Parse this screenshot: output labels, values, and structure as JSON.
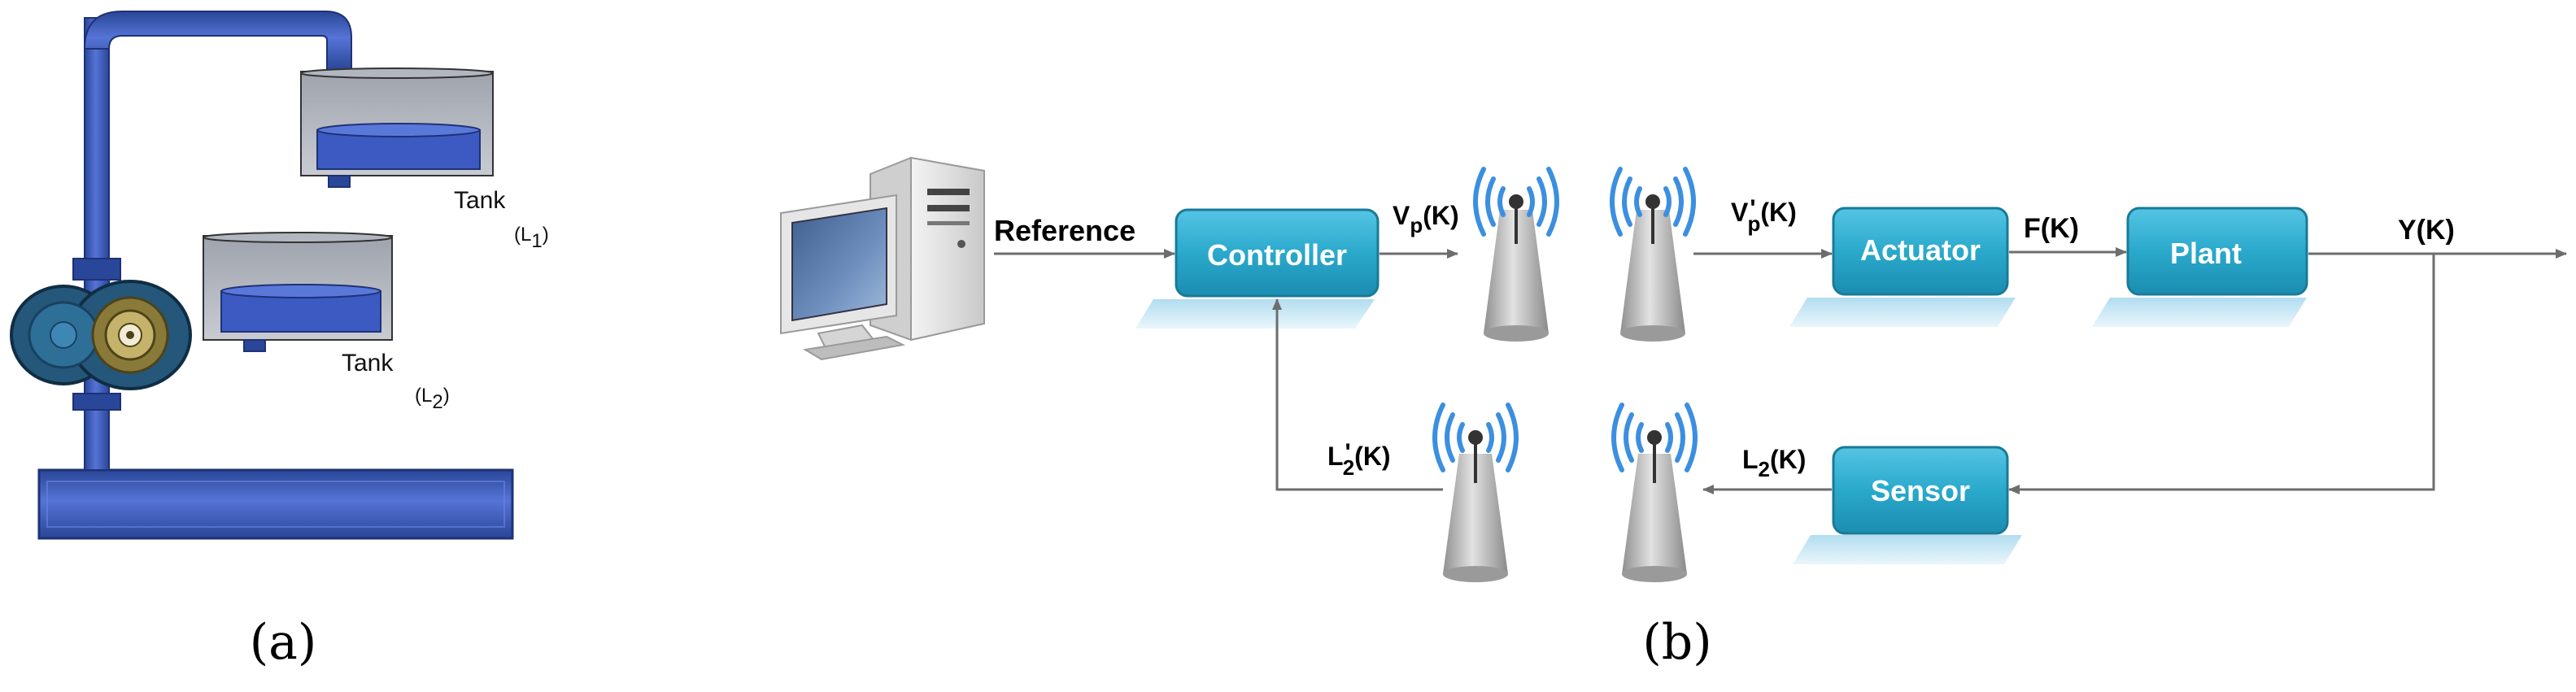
{
  "panel_a": {
    "caption": "(a)",
    "tank1": {
      "name": "Tank",
      "sub_open": "(L",
      "sub_index": "1",
      "sub_close": ")"
    },
    "tank2": {
      "name": "Tank",
      "sub_open": "(L",
      "sub_index": "2",
      "sub_close": ")"
    }
  },
  "panel_b": {
    "caption": "(b)",
    "blocks": {
      "controller": "Controller",
      "actuator": "Actuator",
      "plant": "Plant",
      "sensor": "Sensor"
    },
    "signals": {
      "reference": "Reference",
      "vp_main": "V",
      "vp_sub": "p",
      "vp_arg": "(K)",
      "vpp_main": "V",
      "vpp_prime": "'",
      "vpp_sub": "p",
      "vpp_arg": "(K)",
      "force": "F(K)",
      "output": "Y(K)",
      "l2_main": "L",
      "l2_sub": "2",
      "l2_arg": "(K)",
      "l2p_main": "L",
      "l2p_prime": "'",
      "l2p_sub": "2",
      "l2p_arg": "(K)"
    }
  },
  "colors": {
    "pipe_blue": "#3553b3",
    "block_teal": "#2aa9cc",
    "signal_gray": "#6d6d6d",
    "wave_blue": "#3c8fe0",
    "tower_gray": "#b9b9b9"
  }
}
